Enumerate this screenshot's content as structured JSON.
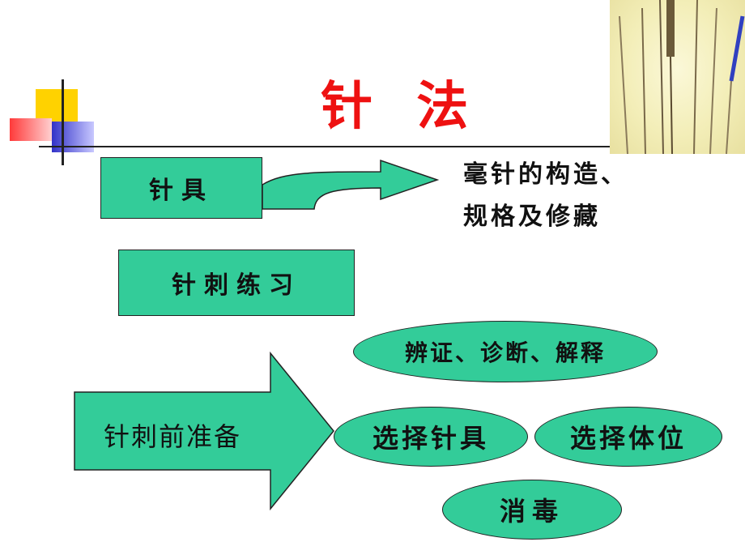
{
  "title": "针 法",
  "tools_box": {
    "label": "针具"
  },
  "tools_desc": {
    "line1": "毫针的构造、",
    "line2": "规格及修藏"
  },
  "practice_box": {
    "label": "针刺练习"
  },
  "prep_arrow": {
    "label": "针刺前准备"
  },
  "prep_items": {
    "diagnosis": "辨证、诊断、解释",
    "select_tools": "选择针具",
    "select_posture": "选择体位",
    "disinfect": "消毒"
  },
  "colors": {
    "title": "#ee1111",
    "shape_fill": "#33cc99",
    "outline": "#222222",
    "deco_yellow": "#ffd200",
    "deco_red": "#ff3a3a",
    "deco_blue": "#3232c8"
  },
  "icons": {
    "needle_photo": "acupuncture-needles-image"
  }
}
